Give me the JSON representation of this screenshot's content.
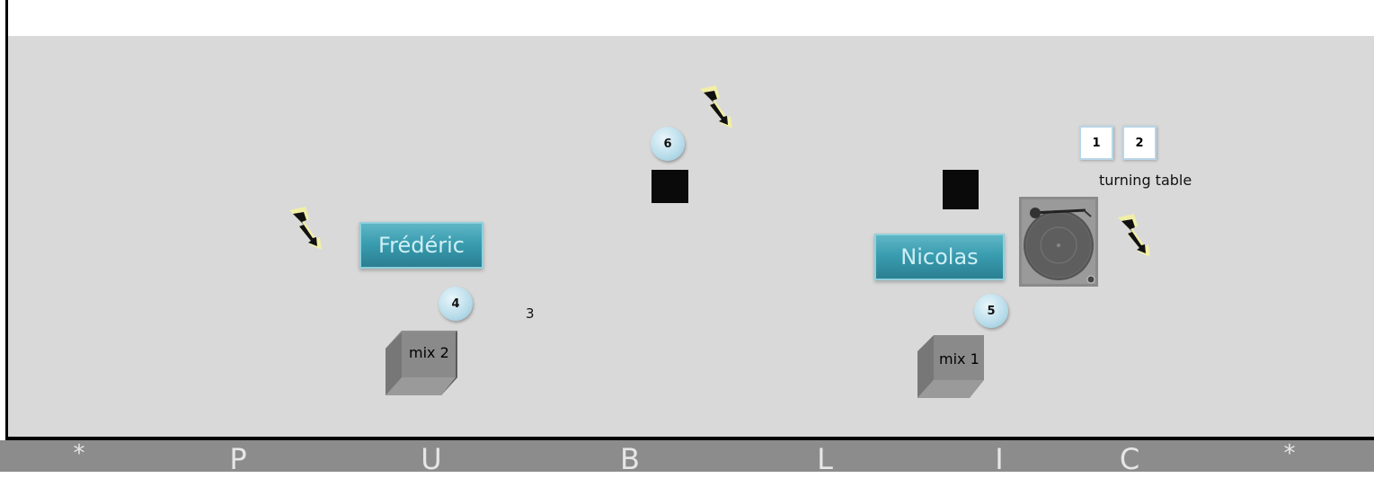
{
  "people": {
    "frederic": "Frédéric",
    "nicolas": "Nicolas"
  },
  "mixers": {
    "mix1": "mix 1",
    "mix2": "mix 2"
  },
  "badges": {
    "b4": "4",
    "b5": "5",
    "b6": "6"
  },
  "keys": {
    "k1": "1",
    "k2": "2"
  },
  "labels": {
    "three": "3",
    "turning_table": "turning table"
  },
  "footer": {
    "letters": [
      "*",
      "P",
      "U",
      "B",
      "L",
      "I",
      "C",
      "*"
    ]
  },
  "colors": {
    "stage_background": "#d9d9d9",
    "name_box_teal": "#3a9db0",
    "footer_bar": "#8c8c8c",
    "bolt_yellow": "#f6f29a"
  },
  "icons": {
    "power": "lightning-bolt-icon",
    "turntable": "turntable-icon",
    "mixer": "mixer-cube-icon"
  }
}
